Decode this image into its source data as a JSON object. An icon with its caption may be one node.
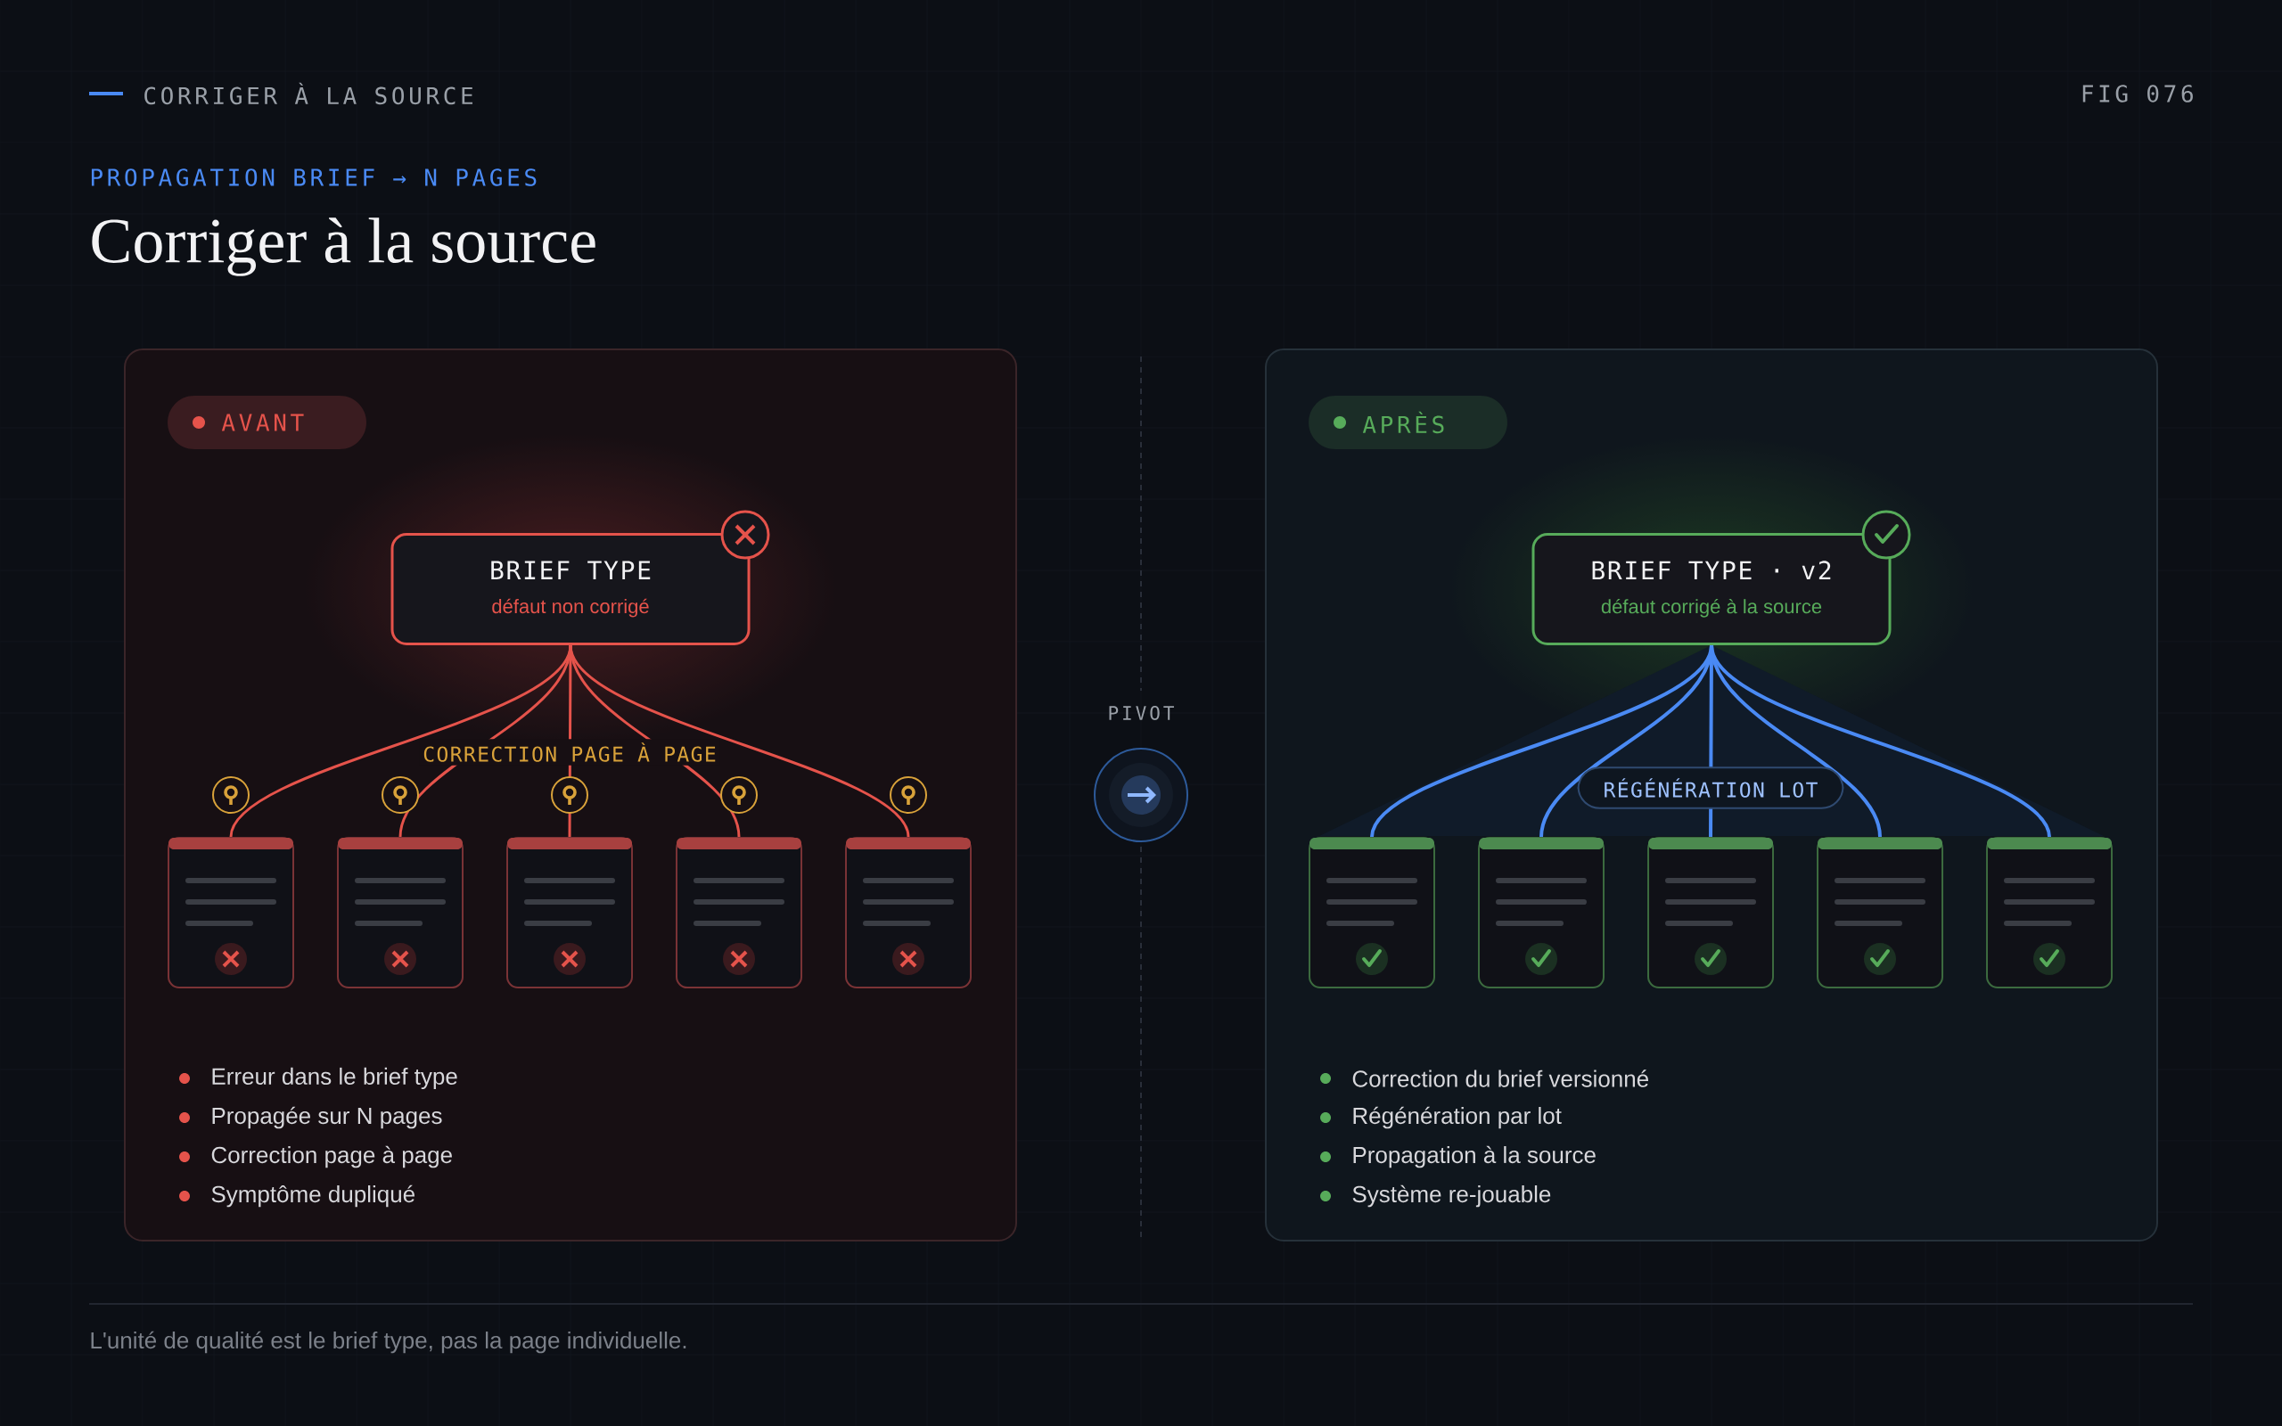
{
  "diagram": {
    "title": "Corriger à la source",
    "caption": "L'unité de qualité est le brief type, pas la page individuelle.",
    "nodes": [
      {
        "text": [
          "AVANT",
          "Erreur dans le brief type",
          "Propagée sur N pages",
          "Correction page à page",
          "Symptôme dupliqué"
        ]
      },
      {
        "text": [
          "BRIEF TYPE",
          "défaut non corrigé"
        ],
        "in": 0
      },
      {
        "text": [],
        "shape": "box",
        "in": 0
      },
      {
        "text": [],
        "shape": "box",
        "in": 0
      },
      {
        "text": [],
        "shape": "box",
        "in": 0
      },
      {
        "text": [],
        "shape": "box",
        "in": 0
      },
      {
        "text": [],
        "shape": "box",
        "in": 0
      },
      {
        "text": [
          "APRÈS",
          "Correction du brief versionné",
          "Régénération par lot",
          "Propagation à la source",
          "Système re-jouable"
        ]
      },
      {
        "text": [
          "BRIEF TYPE · v2",
          "défaut corrigé à la source"
        ],
        "in": 7
      },
      {
        "text": [],
        "shape": "box",
        "in": 7
      },
      {
        "text": [],
        "shape": "box",
        "in": 7
      },
      {
        "text": [],
        "shape": "box",
        "in": 7
      },
      {
        "text": [],
        "shape": "box",
        "in": 7
      },
      {
        "text": [],
        "shape": "box",
        "in": 7
      }
    ],
    "edges": [
      {
        "from": 1,
        "to": 2,
        "arrow": "none",
        "color": "#e5534b"
      },
      {
        "from": 1,
        "to": 3,
        "arrow": "none",
        "color": "#e5534b"
      },
      {
        "from": 1,
        "to": 4,
        "arrow": "none",
        "color": "#e5534b",
        "label": "CORRECTION PAGE À PAGE"
      },
      {
        "from": 1,
        "to": 5,
        "arrow": "none",
        "color": "#e5534b"
      },
      {
        "from": 1,
        "to": 6,
        "arrow": "none",
        "color": "#e5534b"
      },
      {
        "from": 8,
        "to": 9,
        "arrow": "none",
        "color": "#4a8af4"
      },
      {
        "from": 8,
        "to": 10,
        "arrow": "none",
        "color": "#4a8af4"
      },
      {
        "from": 8,
        "to": 11,
        "arrow": "none",
        "color": "#4a8af4",
        "label": "RÉGÉNÉRATION LOT"
      },
      {
        "from": 8,
        "to": 12,
        "arrow": "none",
        "color": "#4a8af4"
      },
      {
        "from": 8,
        "to": 13,
        "arrow": "none",
        "color": "#4a8af4"
      }
    ],
    "labels": [
      "CORRIGER À LA SOURCE",
      "FIG 076",
      "PROPAGATION BRIEF → N PAGES",
      "PIVOT"
    ]
  }
}
